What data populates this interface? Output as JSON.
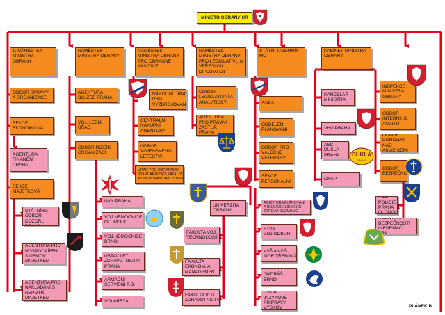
{
  "colors": {
    "line": "#e3001b",
    "orange": "#f58b1f",
    "pink": "#f39ab6",
    "yellow": "#ffee00"
  },
  "top": {
    "title": "MINISTR OBRANY ČR"
  },
  "columns": {
    "c1": {
      "head": "1. NÁMĚSTEK MINISTRA OBRANY",
      "odbor_spravy": "ODBOR SPRÁVY A ORGANIZACE",
      "sekce_ekonomicka": "SEKCE EKONOMICKÁ",
      "agentura_financni": "AGENTURA FINANČNÍ PRAHA",
      "sekce_majetkova": "SEKCE MAJETKOVÁ",
      "urad_dozoru": "ÚŘAD STÁTNÍHO ODBOR. DOZORU PRAHA",
      "agentura_hospodareni": "AGENTURA PRO HOSPODAŘENÍ S NEMOV. MAJETKEM",
      "agentura_nakladani": "AGENTURA PRO NAKLÁDÁNÍ S NEPOTŘ. MAJETKEM"
    },
    "c2": {
      "head": "NÁMĚSTEK MINISTRA OBRANY",
      "agentura_sluzeb": "AGENTURA SLUŽEB PRAHA",
      "voj_lesni": "VOJ. LESNÍ ÚŘAD",
      "odbor_rizeni": "ODBOR ŘÍZENÍ ORGANIZACÍ",
      "uvn": "ÚVN PRAHA",
      "vn_olomouc": "VOJ.NEMOCNICE OLOMOUC",
      "vn_brno": "VOJ.NEMOCNICE BRNO",
      "ustav_let": "ÚSTAV LET. ZDRAVOTNICTVÍ PRAHA",
      "armadni_servisni": "ARMÁDNÍ SERVISNÍ P.O.",
      "volareza": "VOLAREZA"
    },
    "c3": {
      "head": "NÁMĚSTEK MINISTRA OBRANY PRO OBRANNÉ AKVIZICE",
      "narodni_urad": "NÁRODNÍ ÚŘAD PRO VYZBROJOVÁNÍ",
      "centralni_nakupni": "CENTRÁLNÍ NÁKUPNÍ AGENTURA",
      "odbor_letectvi": "ODBOR VOJENSKÉHO LETECTVÍ",
      "urad_standardizace": "ÚŘAD PRO OBRANNOU STANDARDIZACI,KATALOGIZACI A OVĚŘOVÁNÍ JAKOSTI PRAHA",
      "univerzita": "UNIVERZITA OBRANY",
      "fakulta_tech": "FAKULTA VOJ. TECHNOLOGIÍ",
      "fakulta_ekonom": "FAKULTA EKONOM. A MANAGEMENTU",
      "fakulta_zdrav": "FAKULTA VOJ. ZDRAVOTNICTVÍ"
    },
    "c4": {
      "head": "NÁMĚSTEK MINISTRA OBRANY PRO LEGISLATIVU A VEŘEJNOU DIPLOMACII",
      "odbor_legislativni": "ODBOR LEGISLATIVNÍ A ANALYTICKÝ",
      "agentura_zastup": "AGENTURA PRO PRÁVNÍ ZASTUP. PRAHA"
    },
    "c5": {
      "head": "STÁTNÍ TAJEMNÍK MO",
      "sops": "SOPS",
      "oddeleni_planovani": "ODDĚLENÍ PLÁNOVÁNÍ",
      "odbor_veterany": "ODBOR PRO VÁLEČNÉ VETERÁNY",
      "sekce_personalni": "SEKCE PERSONÁLNÍ",
      "agentura_planovani": "AGENTURA PLÁNOVÁNÍ A ROZVOJE LIDSKÝCH ZDROJŮ OLOMOUC",
      "ftvs": "FTVS VOJ.ODBOR",
      "vss_vos": "VSŠ A VOŠ MOR.TŘEBOVÁ",
      "ondras": "ONDRÁŠ BRNO",
      "ustav_jazykove": "ÚSTAV JAZYKOVÉ PŘÍPRAVY VYŠKOV"
    },
    "c6": {
      "head": "KABINET MINISTRA OBRANY",
      "kancelar": "KANCELÁŘ MINISTRA",
      "vhu": "VHÚ PRAHA",
      "asc_dukla": "ASC DUKLA PRAHA",
      "okap": "OKAP"
    },
    "c7": {
      "inspekce": "INSPEKCE MINISTRA OBRANY",
      "odbor_audit": "ODBOR INTERNÍHO AUDITU",
      "odbor_dohledu": "ODBOR DOHLEDU NAD AKVIZICEMI",
      "odbor_bezpecnosti": "ODBOR BEZPEČNOSTI",
      "vpo": "VOJ. POLICIE PRAHA OLOMOUC",
      "agentura_bezp": "AGENTURA BEZPEČNOSTI INFORMACÍ PRA."
    }
  },
  "emblems": {
    "dukla_text": "DUKLA",
    "dukla_sub": "PRAHA"
  },
  "footer": {
    "plan_label": "PLÁNEK B"
  }
}
